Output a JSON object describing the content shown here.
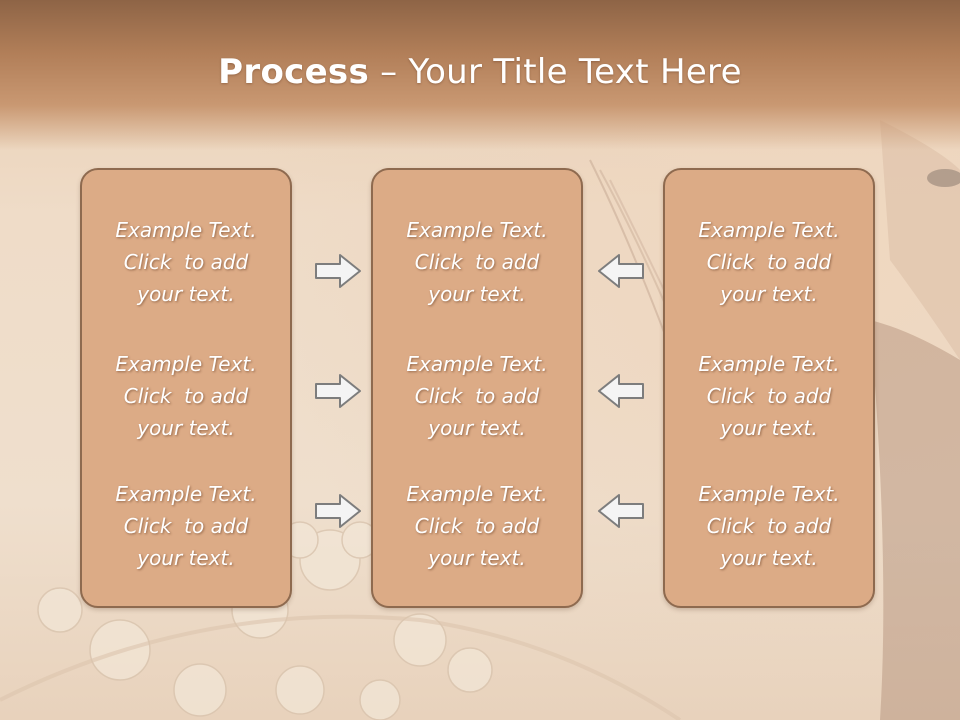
{
  "title": {
    "bold": "Process",
    "rest": " – Your Title Text Here"
  },
  "columns": [
    {
      "items": [
        [
          "Example Text.",
          "Click  to add",
          "your text."
        ],
        [
          "Example Text.",
          "Click  to add",
          "your text."
        ],
        [
          "Example Text.",
          "Click  to add",
          "your text."
        ]
      ]
    },
    {
      "items": [
        [
          "Example Text.",
          "Click  to add",
          "your text."
        ],
        [
          "Example Text.",
          "Click  to add",
          "your text."
        ],
        [
          "Example Text.",
          "Click  to add",
          "your text."
        ]
      ]
    },
    {
      "items": [
        [
          "Example Text.",
          "Click  to add",
          "your text."
        ],
        [
          "Example Text.",
          "Click  to add",
          "your text."
        ],
        [
          "Example Text.",
          "Click  to add",
          "your text."
        ]
      ]
    }
  ],
  "arrows": {
    "left_to_center": "right-arrow-icon",
    "right_to_center": "left-arrow-icon"
  },
  "colors": {
    "box_fill": "#dcab86",
    "box_border": "#8e6a4f",
    "title_band": "#b17e58",
    "arrow_fill": "#f4f4f4",
    "arrow_stroke": "#7d7d7d"
  }
}
